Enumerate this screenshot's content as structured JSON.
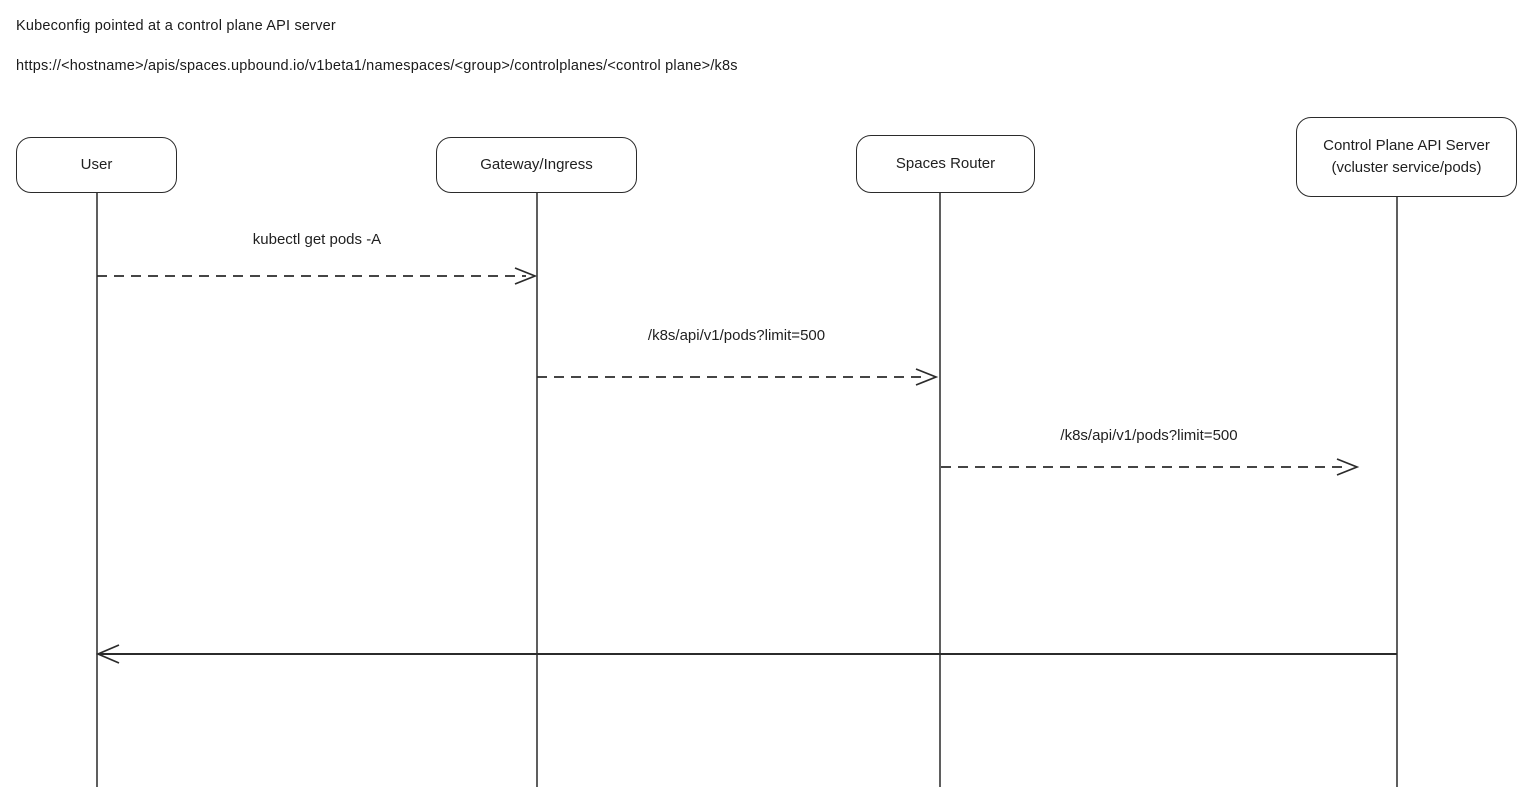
{
  "page": {
    "title": "Kubeconfig pointed at a control plane API server",
    "subtitle": "https://<hostname>/apis/spaces.upbound.io/v1beta1/namespaces/<group>/controlplanes/<control plane>/k8s"
  },
  "diagram": {
    "type": "sequence-diagram",
    "colors": {
      "background": "#ffffff",
      "stroke": "#2b2b2b",
      "lifeline": "#4d4d4d",
      "text": "#1f1f1f"
    },
    "actors": [
      {
        "id": "user",
        "label": "User",
        "sublabel": ""
      },
      {
        "id": "gateway",
        "label": "Gateway/Ingress",
        "sublabel": ""
      },
      {
        "id": "spaces-router",
        "label": "Spaces Router",
        "sublabel": ""
      },
      {
        "id": "control-plane",
        "label": "Control Plane API Server",
        "sublabel": "(vcluster service/pods)"
      }
    ],
    "messages": [
      {
        "from": "User",
        "to": "Gateway/Ingress",
        "label": "kubectl get pods -A",
        "line_style": "dashed"
      },
      {
        "from": "Gateway/Ingress",
        "to": "Spaces Router",
        "label": "/k8s/api/v1/pods?limit=500",
        "line_style": "dashed"
      },
      {
        "from": "Spaces Router",
        "to": "Control Plane API Server",
        "label": "/k8s/api/v1/pods?limit=500",
        "line_style": "dashed"
      },
      {
        "from": "Control Plane API Server",
        "to": "User",
        "label": "",
        "line_style": "solid"
      }
    ]
  }
}
